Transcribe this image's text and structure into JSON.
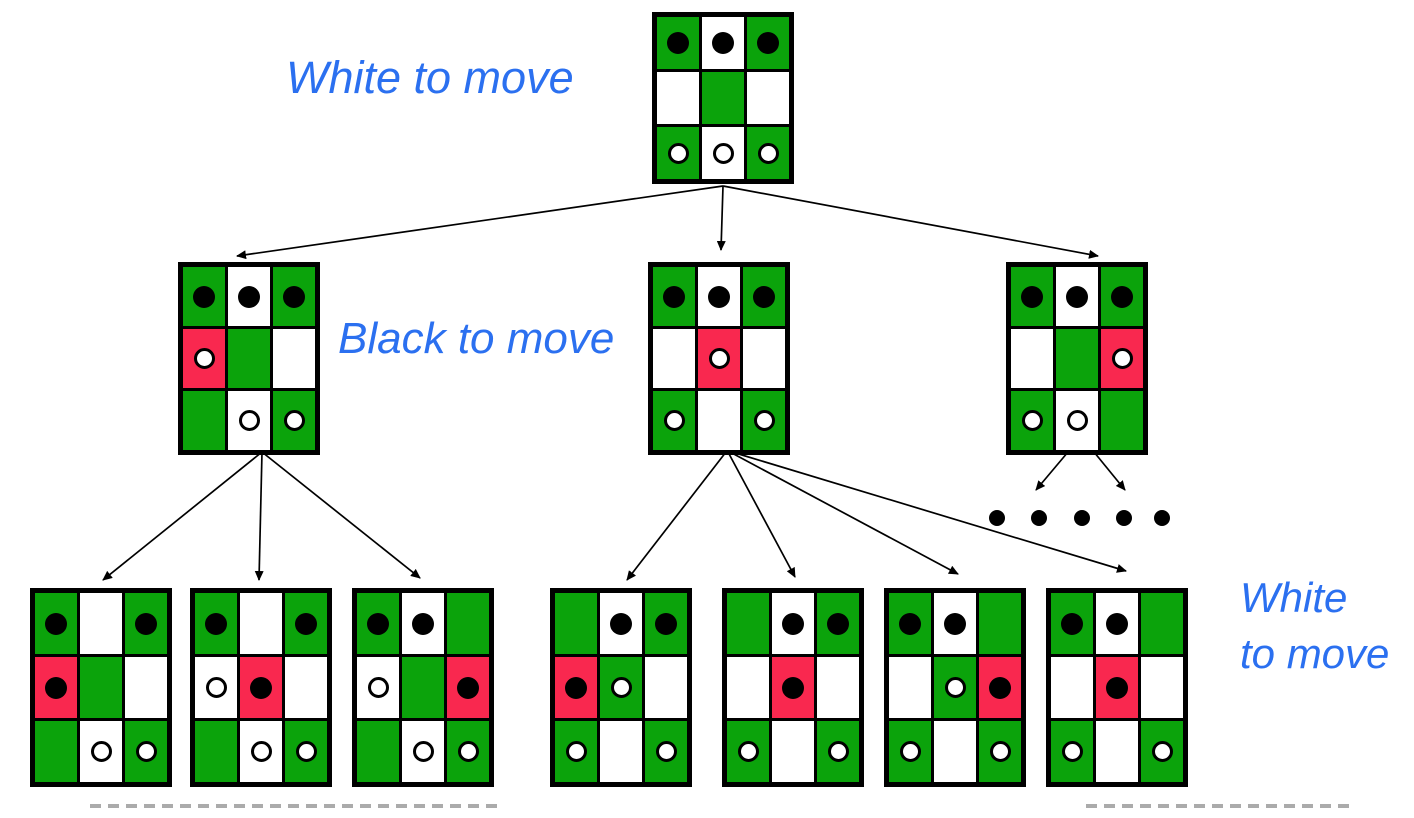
{
  "labels": {
    "root_turn": "White to move",
    "level1_turn": "Black to move",
    "level2_turn_line1": "White",
    "level2_turn_line2": "to move"
  },
  "colors": {
    "board_green": "#0BA30B",
    "board_red": "#F9284F",
    "board_white": "#FFFFFF",
    "piece_black": "#000000",
    "label_blue": "#2B70F0",
    "dash_gray": "#ABABAB"
  },
  "ellipsis_dot_count": 5,
  "legend": {
    "black_piece": "filled black circle (black pawn)",
    "white_piece": "open white circle (white pawn)",
    "red_cell": "square of the most recent move"
  },
  "boards": {
    "root": {
      "name": "root-position",
      "cells": [
        [
          "g:b",
          "w:b",
          "g:b"
        ],
        [
          "w:",
          "g:",
          "w:"
        ],
        [
          "g:w",
          "w:w",
          "g:w"
        ]
      ]
    },
    "l1_left": {
      "name": "white-moves-left-pawn",
      "cells": [
        [
          "g:b",
          "w:b",
          "g:b"
        ],
        [
          "r:w",
          "g:",
          "w:"
        ],
        [
          "g:",
          "w:w",
          "g:w"
        ]
      ]
    },
    "l1_mid": {
      "name": "white-moves-center-pawn",
      "cells": [
        [
          "g:b",
          "w:b",
          "g:b"
        ],
        [
          "w:",
          "r:w",
          "w:"
        ],
        [
          "g:w",
          "w:",
          "g:w"
        ]
      ]
    },
    "l1_right": {
      "name": "white-moves-right-pawn",
      "cells": [
        [
          "g:b",
          "w:b",
          "g:b"
        ],
        [
          "w:",
          "g:",
          "r:w"
        ],
        [
          "g:w",
          "w:w",
          "g:"
        ]
      ]
    },
    "l2_1": {
      "name": "black-captures-left",
      "cells": [
        [
          "g:b",
          "w:",
          "g:b"
        ],
        [
          "r:b",
          "g:",
          "w:"
        ],
        [
          "g:",
          "w:w",
          "g:w"
        ]
      ]
    },
    "l2_2": {
      "name": "black-center-advances",
      "cells": [
        [
          "g:b",
          "w:",
          "g:b"
        ],
        [
          "w:w",
          "r:b",
          "w:"
        ],
        [
          "g:",
          "w:w",
          "g:w"
        ]
      ]
    },
    "l2_3": {
      "name": "black-right-advances",
      "cells": [
        [
          "g:b",
          "w:b",
          "g:"
        ],
        [
          "w:w",
          "g:",
          "r:b"
        ],
        [
          "g:",
          "w:w",
          "g:w"
        ]
      ]
    },
    "l2_4": {
      "name": "black-left-advances",
      "cells": [
        [
          "g:",
          "w:b",
          "g:b"
        ],
        [
          "r:b",
          "g:w",
          "w:"
        ],
        [
          "g:w",
          "w:",
          "g:w"
        ]
      ]
    },
    "l2_5": {
      "name": "black-left-captures-center",
      "cells": [
        [
          "g:",
          "w:b",
          "g:b"
        ],
        [
          "w:",
          "r:b",
          "w:"
        ],
        [
          "g:w",
          "w:",
          "g:w"
        ]
      ]
    },
    "l2_6": {
      "name": "black-right-advances-2",
      "cells": [
        [
          "g:b",
          "w:b",
          "g:"
        ],
        [
          "w:",
          "g:w",
          "r:b"
        ],
        [
          "g:w",
          "w:",
          "g:w"
        ]
      ]
    },
    "l2_7": {
      "name": "black-right-captures-center",
      "cells": [
        [
          "g:b",
          "w:b",
          "g:"
        ],
        [
          "w:",
          "r:b",
          "w:"
        ],
        [
          "g:w",
          "w:",
          "g:w"
        ]
      ]
    }
  }
}
